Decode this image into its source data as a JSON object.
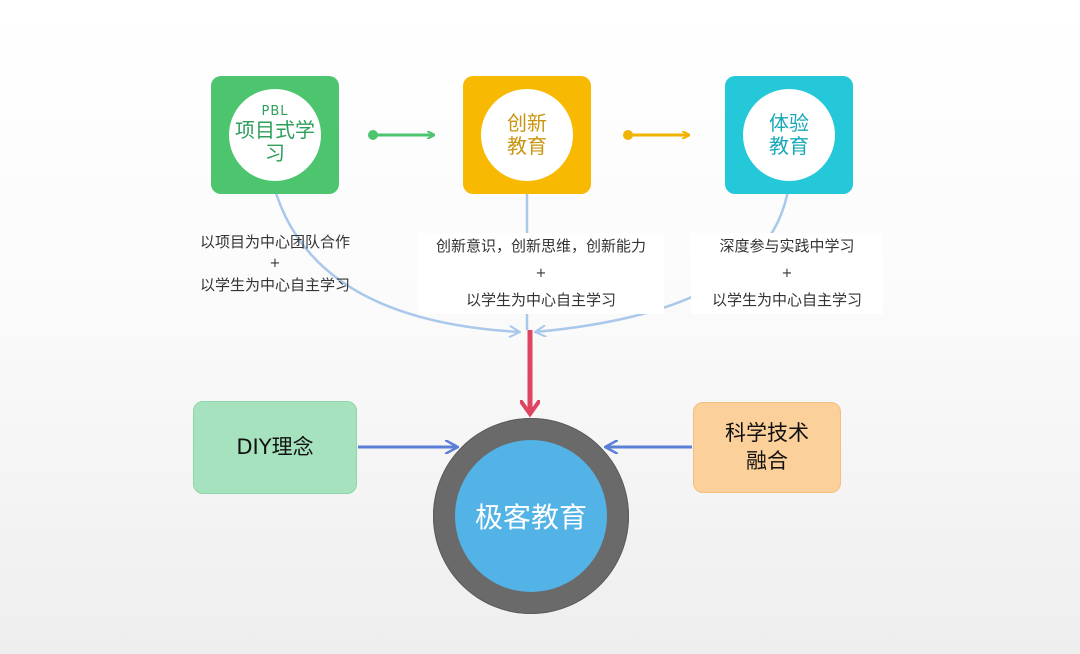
{
  "colors": {
    "green": "#4cc56e",
    "yellow": "#f8b903",
    "teal": "#25c8d8",
    "diy_box": "#a6e2be",
    "science_box": "#fbd09a",
    "core_fill": "#53b2e6",
    "core_ring": "#6a6a6a",
    "connector_blue": "#a9c8ea",
    "side_arrow": "#5b7fd6",
    "main_arrow": "#dd4561"
  },
  "nodes": {
    "pbl": {
      "line1": "PBL",
      "line2": "项目式学",
      "line3": "习"
    },
    "innovation": {
      "line1": "创新",
      "line2": "教育"
    },
    "experience": {
      "line1": "体验",
      "line2": "教育"
    }
  },
  "descriptions": {
    "pbl": {
      "line1": "以项目为中心团队合作",
      "plus": "+",
      "line2": "以学生为中心自主学习"
    },
    "innovation": {
      "line1": "创新意识，创新思维，创新能力",
      "plus": "+",
      "line2": "以学生为中心自主学习"
    },
    "experience": {
      "line1": "深度参与实践中学习",
      "plus": "+",
      "line2": "以学生为中心自主学习"
    }
  },
  "side_boxes": {
    "diy": {
      "label": "DIY理念"
    },
    "science": {
      "line1": "科学技术",
      "line2": "融合"
    }
  },
  "core": {
    "label": "极客教育"
  }
}
